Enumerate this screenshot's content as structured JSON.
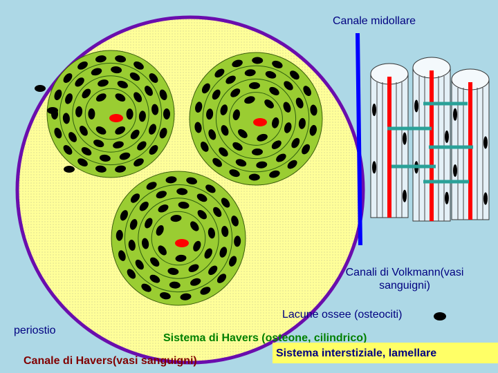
{
  "labels": {
    "canale_midollare": "Canale midollare",
    "volkmann_line1": "Canali di Volkmann(vasi",
    "volkmann_line2": "sanguigni)",
    "lacune": "Lacune ossee (osteociti)",
    "periostio": "periostio",
    "havers_system": "Sistema di Havers (osteone, cilindrico)",
    "havers_canal": "Canale di Havers(vasi sanguigni)",
    "interstitial": "Sistema interstiziale, lamellare"
  },
  "colors": {
    "background": "#add8e6",
    "periosteum_ring": "#6a0dad",
    "interstitial_fill": "#ffff99",
    "osteon_fill": "#9acd32",
    "lamella_line": "#2e5e0e",
    "havers_canal": "#ff0000",
    "osteocyte": "#000000",
    "medullary_canal": "#0000ff",
    "volkmann_canal": "#2aa198",
    "interstitial_label_bg": "#ffff66"
  },
  "icons": {
    "osteon": "osteon-cross-section",
    "lacuna": "lacuna-ellipse",
    "cylinder": "osteon-cylinder"
  }
}
